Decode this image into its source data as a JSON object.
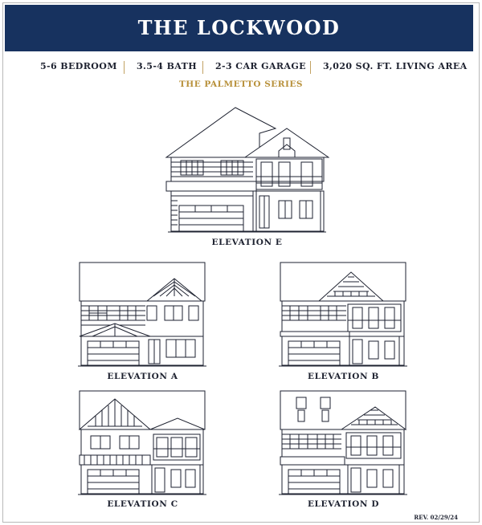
{
  "title": "THE LOCKWOOD",
  "specs": [
    "5-6 BEDROOM",
    "3.5-4 BATH",
    "2-3 CAR GARAGE",
    "3,020 SQ. FT. LIVING AREA"
  ],
  "series": "THE PALMETTO SERIES",
  "elevations": {
    "e": "ELEVATION E",
    "a": "ELEVATION A",
    "b": "ELEVATION B",
    "c": "ELEVATION C",
    "d": "ELEVATION D"
  },
  "revision": "REV. 02/29/24",
  "colors": {
    "banner": "#17325f",
    "accent": "#b8913b",
    "line": "#1e2230"
  }
}
